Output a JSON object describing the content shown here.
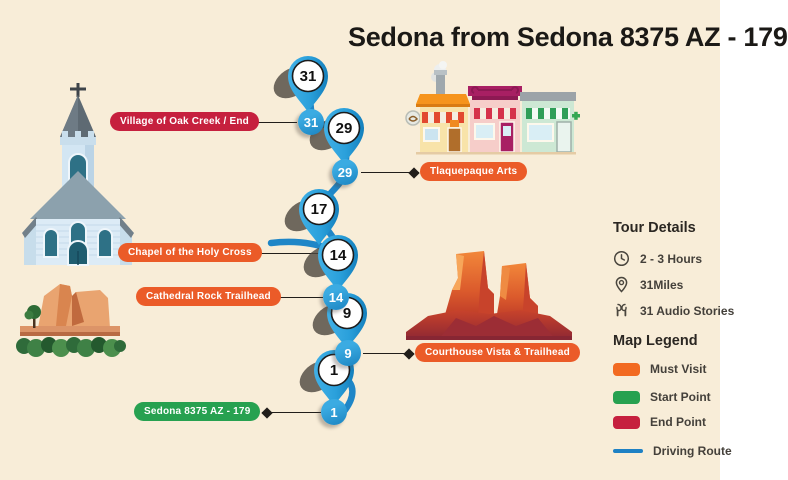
{
  "title": "Sedona from Sedona 8375 AZ - 179",
  "route": {
    "stops": [
      {
        "pin": "31"
      },
      {
        "pin": "29"
      },
      {
        "pin": "17"
      },
      {
        "pin": "14"
      },
      {
        "pin": "9"
      },
      {
        "pin": "1"
      }
    ],
    "nodes": [
      {
        "n": "31"
      },
      {
        "n": "29"
      },
      {
        "n": "14"
      },
      {
        "n": "9"
      },
      {
        "n": "1"
      }
    ]
  },
  "callouts": [
    {
      "label": "Village of Oak Creek / End",
      "category": "end-point"
    },
    {
      "label": "Tlaquepaque Arts",
      "category": "must-visit"
    },
    {
      "label": "Chapel of the Holy Cross",
      "category": "must-visit"
    },
    {
      "label": "Cathedral Rock Trailhead",
      "category": "must-visit"
    },
    {
      "label": "Courthouse Vista & Trailhead",
      "category": "must-visit"
    },
    {
      "label": "Sedona 8375 AZ - 179",
      "category": "start-point"
    }
  ],
  "tour_details": {
    "heading": "Tour Details",
    "items": [
      {
        "icon": "clock-icon",
        "text": "2 - 3 Hours"
      },
      {
        "icon": "location-pin-icon",
        "text": "31Miles"
      },
      {
        "icon": "earbuds-icon",
        "text": "31 Audio Stories"
      }
    ]
  },
  "map_legend": {
    "heading": "Map Legend",
    "items": [
      {
        "label": "Must Visit",
        "color": "#F26A21",
        "shape": "swatch"
      },
      {
        "label": "Start Point",
        "color": "#27A150",
        "shape": "swatch"
      },
      {
        "label": "End Point",
        "color": "#C6203E",
        "shape": "swatch"
      },
      {
        "label": "Driving Route",
        "color": "#1E81C4",
        "shape": "line"
      }
    ]
  },
  "colors": {
    "background": "#F8EDD8",
    "pin_blue": "#2BA3DE",
    "route_blue": "#1F86C7",
    "must_visit": "#EB5B28",
    "start_point": "#27A150",
    "end_point": "#C6203E",
    "title_text": "#1B1916"
  },
  "illustrations": [
    {
      "name": "chapel-church-illustration"
    },
    {
      "name": "cathedral-rock-illustration"
    },
    {
      "name": "tlaquepaque-shops-illustration"
    },
    {
      "name": "courthouse-butte-illustration"
    }
  ]
}
